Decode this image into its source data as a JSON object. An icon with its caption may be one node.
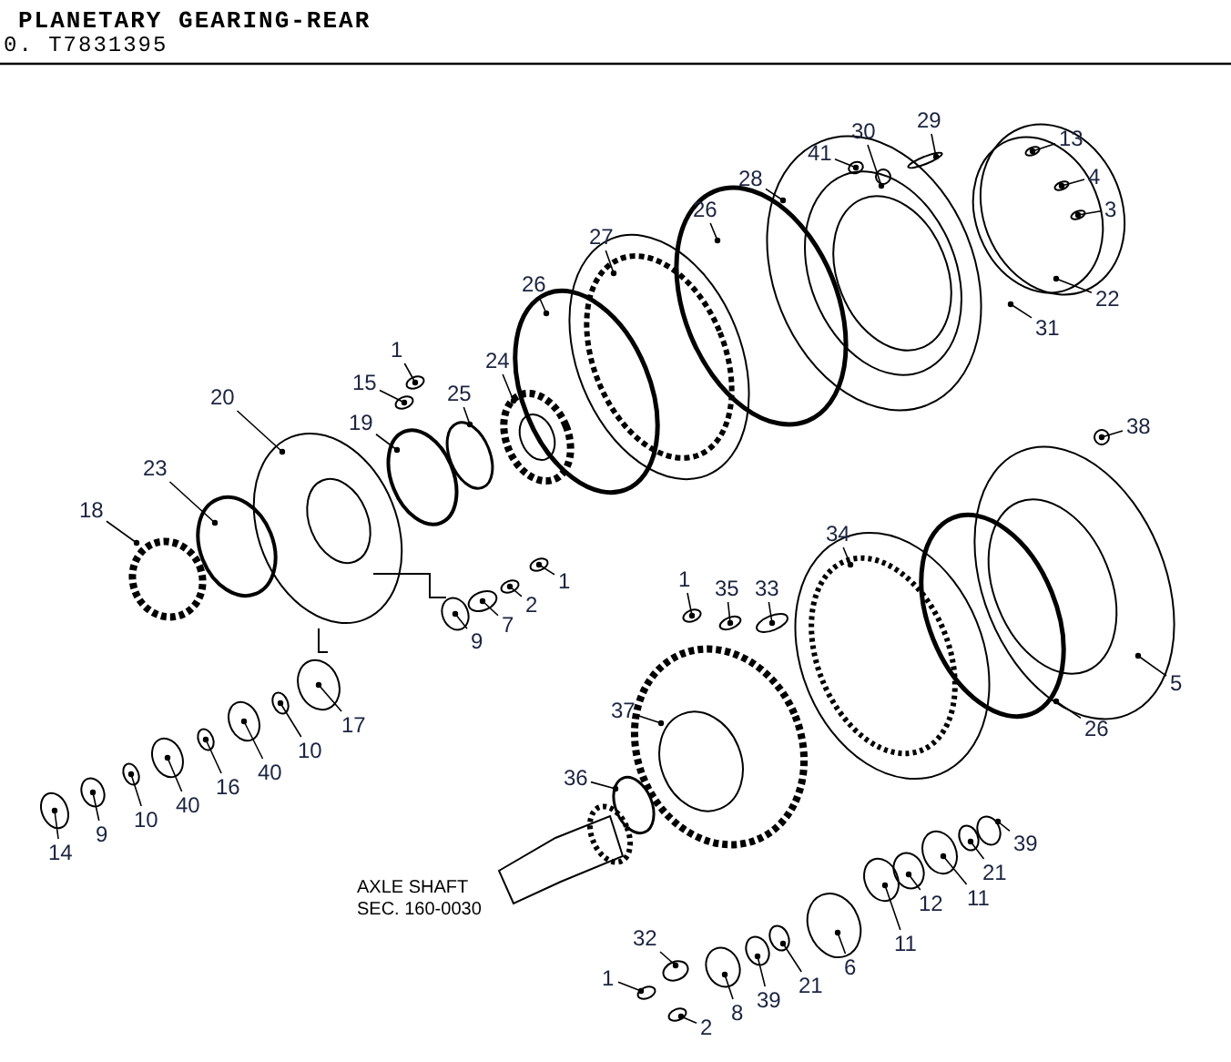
{
  "diagram": {
    "title": "PLANETARY GEARING-REAR",
    "nodes": [
      {
        "text": [
          "29"
        ]
      },
      {
        "text": [
          "30"
        ]
      },
      {
        "text": [
          "41"
        ]
      },
      {
        "text": [
          "13"
        ]
      },
      {
        "text": [
          "28"
        ]
      },
      {
        "text": [
          "4"
        ]
      },
      {
        "text": [
          "3"
        ]
      },
      {
        "text": [
          "26"
        ]
      },
      {
        "text": [
          "27"
        ]
      },
      {
        "text": [
          "22"
        ]
      },
      {
        "text": [
          "26"
        ]
      },
      {
        "text": [
          "31"
        ]
      },
      {
        "text": [
          "1"
        ]
      },
      {
        "text": [
          "24"
        ]
      },
      {
        "text": [
          "15"
        ]
      },
      {
        "text": [
          "25"
        ]
      },
      {
        "text": [
          "20"
        ]
      },
      {
        "text": [
          "19"
        ]
      },
      {
        "text": [
          "38"
        ]
      },
      {
        "text": [
          "23"
        ]
      },
      {
        "text": [
          "18"
        ]
      },
      {
        "text": [
          "34"
        ]
      },
      {
        "text": [
          "1"
        ]
      },
      {
        "text": [
          "35"
        ]
      },
      {
        "text": [
          "33"
        ]
      },
      {
        "text": [
          "1"
        ]
      },
      {
        "text": [
          "2"
        ]
      },
      {
        "text": [
          "7"
        ]
      },
      {
        "text": [
          "9"
        ]
      },
      {
        "text": [
          "5"
        ]
      },
      {
        "text": [
          "37"
        ]
      },
      {
        "text": [
          "26"
        ]
      },
      {
        "text": [
          "17"
        ]
      },
      {
        "text": [
          "10"
        ]
      },
      {
        "text": [
          "40"
        ]
      },
      {
        "text": [
          "16"
        ]
      },
      {
        "text": [
          "36"
        ]
      },
      {
        "text": [
          "10"
        ]
      },
      {
        "text": [
          "40"
        ]
      },
      {
        "text": [
          "9"
        ]
      },
      {
        "text": [
          "14"
        ]
      },
      {
        "text": [
          "39"
        ]
      },
      {
        "text": [
          "21"
        ]
      },
      {
        "text": [
          "11"
        ]
      },
      {
        "text": [
          "12"
        ]
      },
      {
        "text": [
          "11"
        ]
      },
      {
        "text": [
          "32"
        ]
      },
      {
        "text": [
          "6"
        ]
      },
      {
        "text": [
          "1"
        ]
      },
      {
        "text": [
          "21"
        ]
      },
      {
        "text": [
          "39"
        ]
      },
      {
        "text": [
          "8"
        ]
      },
      {
        "text": [
          "2"
        ]
      }
    ],
    "edges": [
      {
        "from": 0,
        "to": null,
        "arrow": "other"
      },
      {
        "from": 1,
        "to": null,
        "arrow": "other"
      },
      {
        "from": 2,
        "to": null,
        "arrow": "other"
      },
      {
        "from": 3,
        "to": null,
        "arrow": "other"
      },
      {
        "from": 4,
        "to": null,
        "arrow": "other"
      },
      {
        "from": 5,
        "to": null,
        "arrow": "other"
      },
      {
        "from": 6,
        "to": null,
        "arrow": "other"
      },
      {
        "from": 7,
        "to": null,
        "arrow": "other"
      },
      {
        "from": 8,
        "to": null,
        "arrow": "other"
      },
      {
        "from": 9,
        "to": null,
        "arrow": "other"
      },
      {
        "from": 10,
        "to": null,
        "arrow": "other"
      },
      {
        "from": 11,
        "to": null,
        "arrow": "other"
      },
      {
        "from": 12,
        "to": null,
        "arrow": "other"
      },
      {
        "from": 13,
        "to": null,
        "arrow": "other"
      },
      {
        "from": 14,
        "to": null,
        "arrow": "other"
      },
      {
        "from": 15,
        "to": null,
        "arrow": "other"
      },
      {
        "from": 16,
        "to": null,
        "arrow": "other"
      },
      {
        "from": 17,
        "to": null,
        "arrow": "other"
      },
      {
        "from": 18,
        "to": null,
        "arrow": "other"
      },
      {
        "from": 19,
        "to": null,
        "arrow": "other"
      },
      {
        "from": 20,
        "to": null,
        "arrow": "other"
      },
      {
        "from": 21,
        "to": null,
        "arrow": "other"
      },
      {
        "from": 22,
        "to": null,
        "arrow": "other"
      },
      {
        "from": 23,
        "to": null,
        "arrow": "other"
      },
      {
        "from": 24,
        "to": null,
        "arrow": "other"
      },
      {
        "from": 25,
        "to": null,
        "arrow": "other"
      },
      {
        "from": 26,
        "to": null,
        "arrow": "other"
      },
      {
        "from": 27,
        "to": null,
        "arrow": "other"
      },
      {
        "from": 28,
        "to": null,
        "arrow": "other"
      },
      {
        "from": 29,
        "to": null,
        "arrow": "other"
      },
      {
        "from": 30,
        "to": null,
        "arrow": "other"
      },
      {
        "from": 31,
        "to": null,
        "arrow": "other"
      },
      {
        "from": 32,
        "to": null,
        "arrow": "other"
      },
      {
        "from": 33,
        "to": null,
        "arrow": "other"
      },
      {
        "from": 34,
        "to": null,
        "arrow": "other"
      },
      {
        "from": 35,
        "to": null,
        "arrow": "other"
      },
      {
        "from": 36,
        "to": null,
        "arrow": "other"
      },
      {
        "from": 37,
        "to": null,
        "arrow": "other"
      },
      {
        "from": 38,
        "to": null,
        "arrow": "other"
      },
      {
        "from": 39,
        "to": null,
        "arrow": "other"
      },
      {
        "from": 40,
        "to": null,
        "arrow": "other"
      },
      {
        "from": 41,
        "to": null,
        "arrow": "other"
      },
      {
        "from": 42,
        "to": null,
        "arrow": "other"
      },
      {
        "from": 43,
        "to": null,
        "arrow": "other"
      },
      {
        "from": 44,
        "to": null,
        "arrow": "other"
      },
      {
        "from": 45,
        "to": null,
        "arrow": "other"
      },
      {
        "from": 46,
        "to": null,
        "arrow": "other"
      },
      {
        "from": 47,
        "to": null,
        "arrow": "other"
      },
      {
        "from": 48,
        "to": null,
        "arrow": "other"
      },
      {
        "from": 49,
        "to": null,
        "arrow": "other"
      },
      {
        "from": 50,
        "to": null,
        "arrow": "other"
      },
      {
        "from": 51,
        "to": null,
        "arrow": "other"
      },
      {
        "from": 52,
        "to": null,
        "arrow": "other"
      }
    ],
    "labels": [
      "0. T7831395",
      "AXLE SHAFT SEC. 160-0030"
    ]
  }
}
